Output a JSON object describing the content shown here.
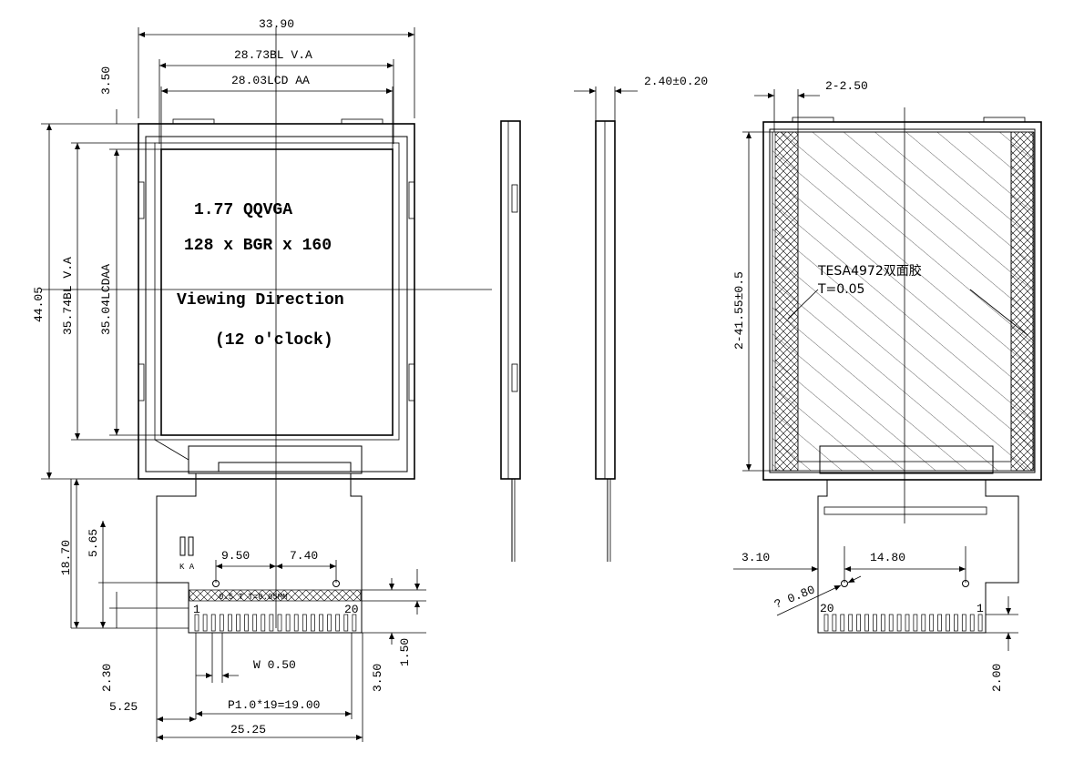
{
  "front_view": {
    "dims": {
      "total_width": "33.90",
      "bl_va_width": "28.73BL V.A",
      "lcd_aa_width": "28.03LCD AA",
      "top_offset": "3.50",
      "total_height": "44.05",
      "bl_va_height": "35.74BL V.A",
      "lcd_aa_height": "35.04LCDAA",
      "fpc_length": "18.70",
      "fpc_offset": "5.65",
      "pad_height": "2.30",
      "pad_left": "5.25",
      "pad_bottom": "3.50",
      "pad_tail": "1.50",
      "pin_width": "W 0.50",
      "pitch": "P1.0*19=19.00",
      "fpc_width": "25.25",
      "hole_left": "9.50",
      "hole_right": "7.40",
      "stiffener_note": "0.5 T T=0.05MM",
      "pin_first": "1",
      "pin_last": "20",
      "mark": "K A"
    },
    "labels": {
      "size": "1.77   QQVGA",
      "resolution": "128 x BGR x 160",
      "viewing": "Viewing Direction",
      "clock": "(12 o'clock)"
    }
  },
  "side_view": {
    "thickness": "2.40±0.20"
  },
  "back_view": {
    "tape_width": "2-2.50",
    "tape_height": "2-41.55±0.5",
    "tape_name": "TESA4972双面胶",
    "tape_thickness": "T=0.05",
    "hole_offset": "3.10",
    "hole_spacing": "14.80",
    "hole_dia": "? 0.80",
    "pin_first": "20",
    "pin_last": "1",
    "pad_length": "2.00"
  }
}
